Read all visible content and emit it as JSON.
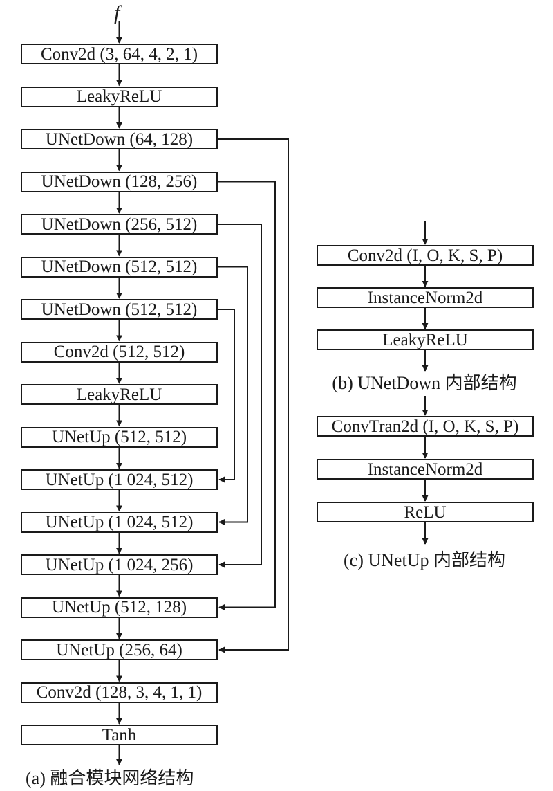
{
  "input_label": "f",
  "fusion": {
    "caption": "(a) 融合模块网络结构",
    "layers": [
      {
        "label": "Conv2d (3, 64, 4, 2, 1)"
      },
      {
        "label": "LeakyReLU"
      },
      {
        "label": "UNetDown (64, 128)"
      },
      {
        "label": "UNetDown (128, 256)"
      },
      {
        "label": "UNetDown (256, 512)"
      },
      {
        "label": "UNetDown (512, 512)"
      },
      {
        "label": "UNetDown (512, 512)"
      },
      {
        "label": "Conv2d (512, 512)"
      },
      {
        "label": "LeakyReLU"
      },
      {
        "label": "UNetUp (512, 512)"
      },
      {
        "label": "UNetUp (1 024, 512)"
      },
      {
        "label": "UNetUp (1 024, 512)"
      },
      {
        "label": "UNetUp (1 024, 256)"
      },
      {
        "label": "UNetUp (512, 128)"
      },
      {
        "label": "UNetUp (256, 64)"
      },
      {
        "label": "Conv2d (128, 3, 4, 1, 1)"
      },
      {
        "label": "Tanh"
      }
    ],
    "skip_connections": [
      {
        "from": 2,
        "to": 14
      },
      {
        "from": 3,
        "to": 13
      },
      {
        "from": 4,
        "to": 12
      },
      {
        "from": 5,
        "to": 11
      },
      {
        "from": 6,
        "to": 10
      }
    ]
  },
  "unetdown": {
    "caption": "(b) UNetDown 内部结构",
    "layers": [
      {
        "label": "Conv2d (I, O, K, S, P)"
      },
      {
        "label": "InstanceNorm2d"
      },
      {
        "label": "LeakyReLU"
      }
    ]
  },
  "unetup": {
    "caption": "(c) UNetUp 内部结构",
    "layers": [
      {
        "label": "ConvTran2d (I, O, K, S, P)"
      },
      {
        "label": "InstanceNorm2d"
      },
      {
        "label": "ReLU"
      }
    ]
  },
  "colors": {
    "stroke": "#1a1a1a",
    "background": "#ffffff"
  }
}
